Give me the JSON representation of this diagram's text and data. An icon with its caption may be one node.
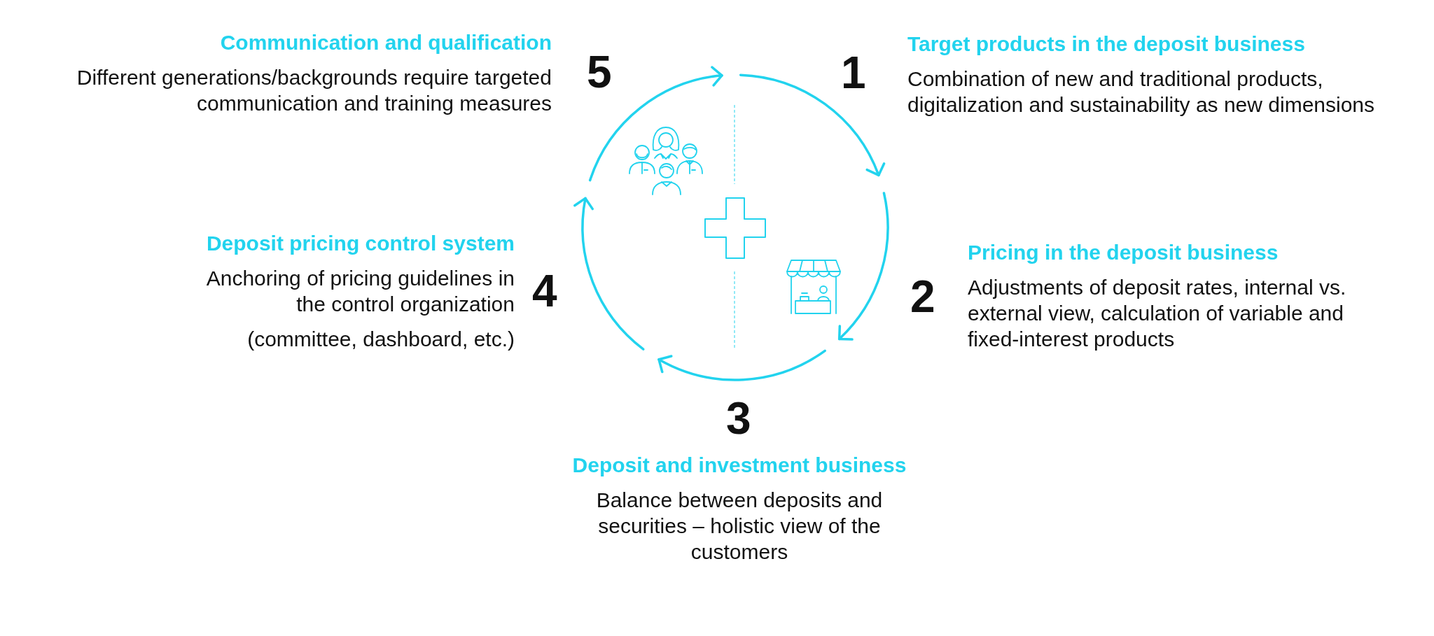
{
  "diagram": {
    "nodes": [
      {
        "text": [
          "Target products in the deposit business",
          "Combination of new and traditional products, digitalization and sustainability as new dimensions"
        ],
        "beside": [
          "1"
        ]
      },
      {
        "text": [
          "Pricing in the deposit business",
          "Adjustments of deposit rates, internal vs. external view, calculation of variable and fixed-interest products"
        ],
        "beside": [
          "2"
        ]
      },
      {
        "text": [
          "Deposit and investment business",
          "Balance between deposits and securities – holistic view of the customers"
        ],
        "beside": [
          "3"
        ]
      },
      {
        "text": [
          "Deposit pricing control system",
          "Anchoring of pricing guidelines in the control organization",
          "(committee, dashboard, etc.)"
        ],
        "beside": [
          "4"
        ]
      },
      {
        "text": [
          "Communication and qualification",
          "Different generations/backgrounds require targeted communication and training measures"
        ],
        "beside": [
          "5"
        ]
      }
    ]
  }
}
